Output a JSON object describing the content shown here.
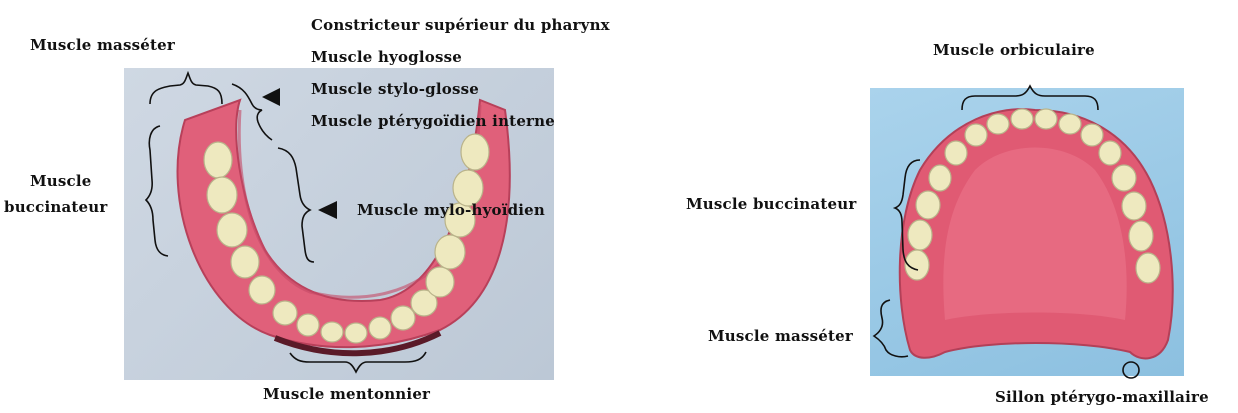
{
  "left_figure": {
    "labels": {
      "masseter": "Muscle masséter",
      "constricteur": "Constricteur supérieur du pharynx",
      "hyoglosse": "Muscle hyoglosse",
      "stylo_glosse": "Muscle stylo-glosse",
      "pterygoidien": "Muscle ptérygoïdien interne",
      "buccinateur_line1": "Muscle",
      "buccinateur_line2": "buccinateur",
      "mylo_hyoidien": "Muscle mylo-hyoïdien",
      "mentonnier": "Muscle mentonnier"
    }
  },
  "right_figure": {
    "labels": {
      "orbiculaire": "Muscle orbiculaire",
      "buccinateur": "Muscle buccinateur",
      "masseter": "Muscle masséter",
      "sillon": "Sillon ptérygo-maxillaire"
    }
  },
  "colors": {
    "photo_bg_left": "#c8d3df",
    "photo_bg_right": "#9fcbe6",
    "gum": "#e0607a",
    "teeth": "#eee9bf"
  }
}
